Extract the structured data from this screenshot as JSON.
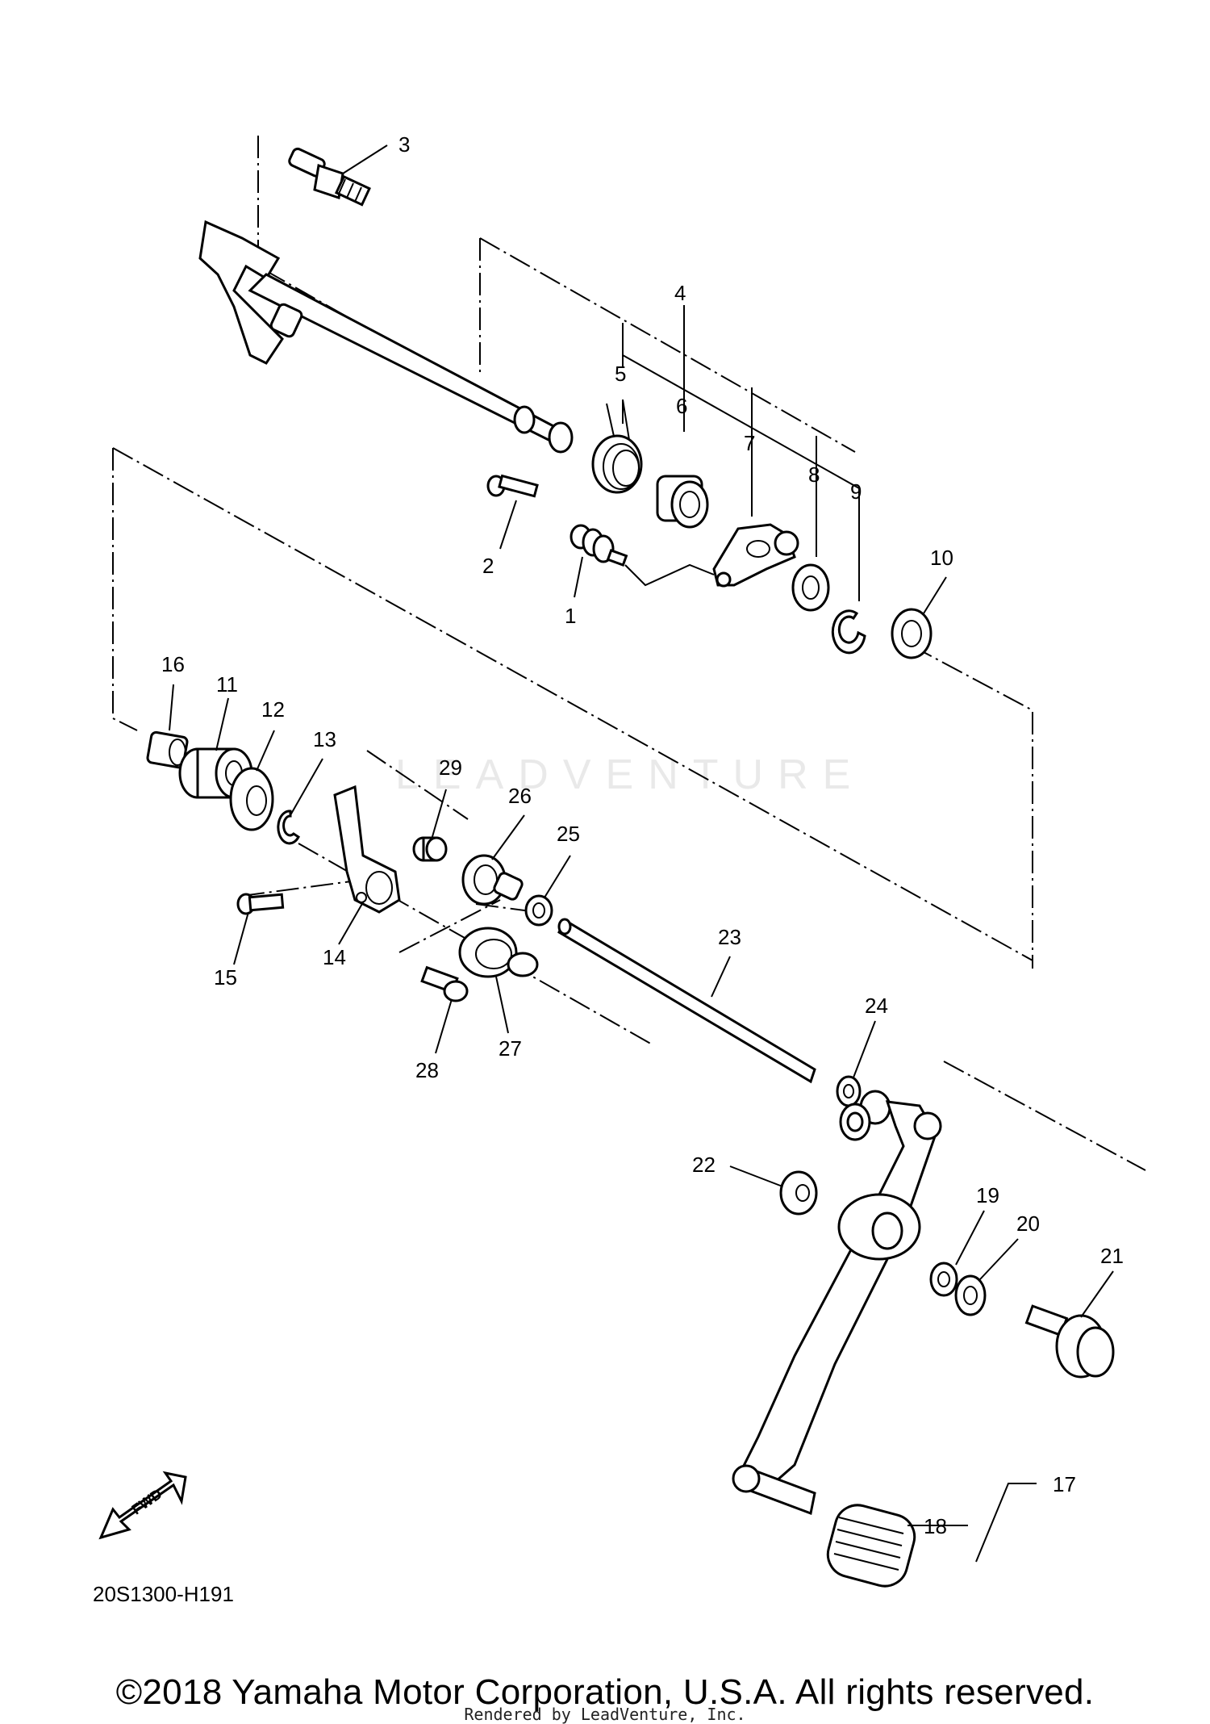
{
  "diagram_code": "20S1300-H191",
  "copyright": "©2018 Yamaha Motor Corporation, U.S.A. All rights reserved.",
  "rendered_by": "Rendered by LeadVenture, Inc.",
  "watermark": "LEADVENTURE",
  "fwd_label": "FWD",
  "callouts": [
    "1",
    "2",
    "3",
    "4",
    "5",
    "6",
    "7",
    "8",
    "9",
    "10",
    "11",
    "12",
    "13",
    "14",
    "15",
    "16",
    "17",
    "18",
    "19",
    "20",
    "21",
    "22",
    "23",
    "24",
    "25",
    "26",
    "27",
    "28",
    "29"
  ]
}
